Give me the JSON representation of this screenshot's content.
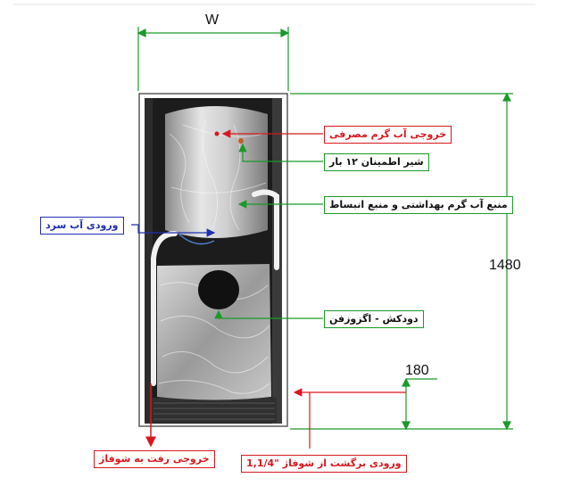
{
  "dimensions": {
    "width": "W",
    "height": "1480",
    "return_height": "180"
  },
  "labels": {
    "hot_water_out": "خروجی آب گرم مصرفی",
    "safety_valve": "شیر اطمینان ۱۲ بار",
    "tank": "منبع آب گرم بهداشتی و منبع انبساط",
    "cold_water_in": "ورودی آب سرد",
    "flue": "دودکش - اگزوزفن",
    "floor_supply_out": "خروجی رفت به شوفاژ",
    "floor_return_in": "ورودی برگشت از شوفاژ \"1,1/4"
  },
  "colors": {
    "red": "#d8181e",
    "blue": "#1f2fb0",
    "green": "#1a9a2a"
  }
}
